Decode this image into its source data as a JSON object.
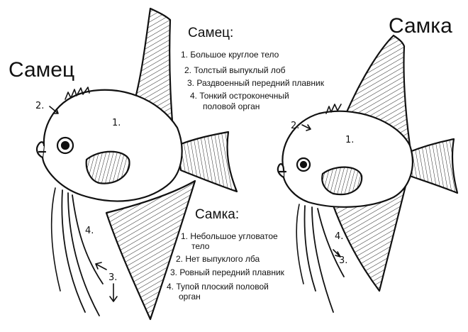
{
  "title_male": "Самец",
  "title_female": "Самка",
  "male_section": {
    "heading": "Самец:",
    "items": [
      "1. Большое круглое тело",
      "2. Толстый выпуклый лоб",
      "3. Раздвоенный передний плавник",
      "4. Тонкий остроконечный",
      "половой орган"
    ]
  },
  "female_section": {
    "heading": "Самка:",
    "items": [
      "1. Небольшое угловатое",
      "тело",
      "2. Нет выпуклого лба",
      "3. Ровный передний плавник",
      "4. Тупой плоский половой",
      "орган"
    ]
  },
  "markers": {
    "m1": "1.",
    "m2": "2.",
    "m3": "3.",
    "m4": "4.",
    "f1": "1.",
    "f2": "2.",
    "f3": "3.",
    "f4": "4."
  }
}
